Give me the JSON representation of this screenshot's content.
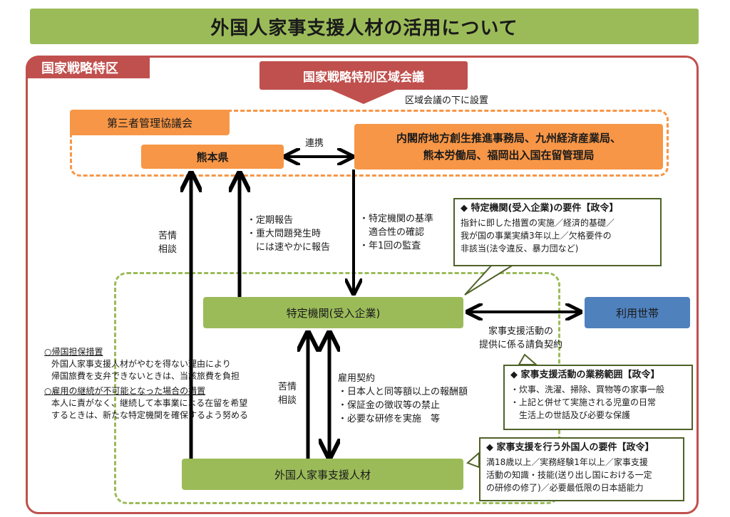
{
  "title": "外国人家事支援人材の活用について",
  "zone_label": "国家戦略特区",
  "council": "国家戦略特別区域会議",
  "under_council": "区域会議の下に設置",
  "third_party_council": "第三者管理協議会",
  "kumamoto": "熊本県",
  "gov_agencies": {
    "line1": "内閣府地方創生推進事務局、九州経済産業局、",
    "line2": "熊本労働局、福岡出入国在留管理局"
  },
  "coordination": "連携",
  "complaint_top": {
    "line1": "苦情",
    "line2": "相談"
  },
  "reports": {
    "line1": "・定期報告",
    "line2": "・重大問題発生時",
    "line3": "　には速やかに報告"
  },
  "audit": {
    "line1": "・特定機関の基準",
    "line2": "　適合性の確認",
    "line3": "・年1回の監査"
  },
  "requirements_note": {
    "title": "◆ 特定機関(受入企業)の要件【政令】",
    "line1": "指針に即した措置の実施／経済的基礎／",
    "line2": "我が国の事業実績3年以上／欠格要件の",
    "line3": "非該当(法令違反、暴力団など)"
  },
  "accept_org": "特定機関(受入企業)",
  "household": "利用世帯",
  "contract": {
    "line1": "家事支援活動の",
    "line2": "提供に係る請負契約"
  },
  "scope_note": {
    "title": "◆ 家事支援活動の業務範囲【政令】",
    "line1": "・炊事、洗濯、掃除、買物等の家事一般",
    "line2": "・上記と併せて実施される児童の日常",
    "line3": "　生活上の世話及び必要な保護"
  },
  "left_notes": {
    "h1": "○帰国担保措置",
    "p1a": "外国人家事支援人材がやむを得ない理由により",
    "p1b": "帰国旅費を支弁できないときは、当該旅費を負担",
    "h2": "○雇用の継続が不可能となった場合の措置",
    "p2a": "本人に責がなく、継続して本事業による在留を希望",
    "p2b": "するときは、新たな特定機関を確保するよう努める"
  },
  "complaint_bottom": {
    "line1": "苦情",
    "line2": "相談"
  },
  "employment": {
    "title": "雇用契約",
    "line1": "・日本人と同等額以上の報酬額",
    "line2": "・保証金の徴収等の禁止",
    "line3": "・必要な研修を実施　等"
  },
  "workers": "外国人家事支援人材",
  "foreign_note": {
    "title": "◆ 家事支援を行う外国人の要件【政令】",
    "line1": "満18歳以上／実務経験1年以上／家事支援",
    "line2": "活動の知識・技能(送り出し国における一定",
    "line3": "の研修の修了)／必要最低限の日本語能力"
  },
  "colors": {
    "title_green": "#9bbb59",
    "zone_red": "#c0504d",
    "orange": "#f79646",
    "green": "#9bbb59",
    "blue": "#4f81bd"
  }
}
